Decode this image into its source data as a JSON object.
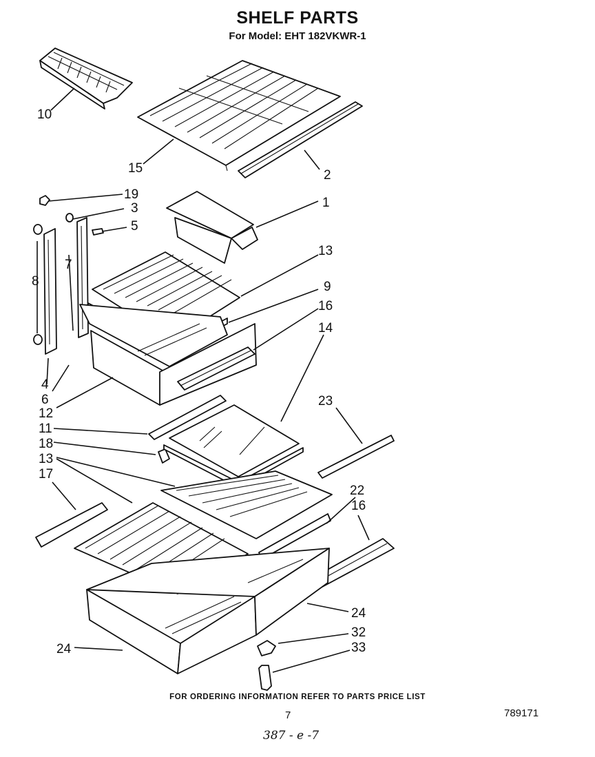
{
  "title": "SHELF PARTS",
  "subtitle": "For Model: EHT 182VKWR-1",
  "footer": "FOR ORDERING INFORMATION REFER TO PARTS PRICE LIST",
  "page_number": "7",
  "reference_number": "789171",
  "handwritten_note": "387 - e -7",
  "callouts": [
    "10",
    "15",
    "2",
    "19",
    "3",
    "5",
    "1",
    "7",
    "8",
    "13",
    "9",
    "16",
    "14",
    "4",
    "6",
    "12",
    "23",
    "11",
    "18",
    "13",
    "17",
    "22",
    "16",
    "24",
    "32",
    "24",
    "33"
  ]
}
